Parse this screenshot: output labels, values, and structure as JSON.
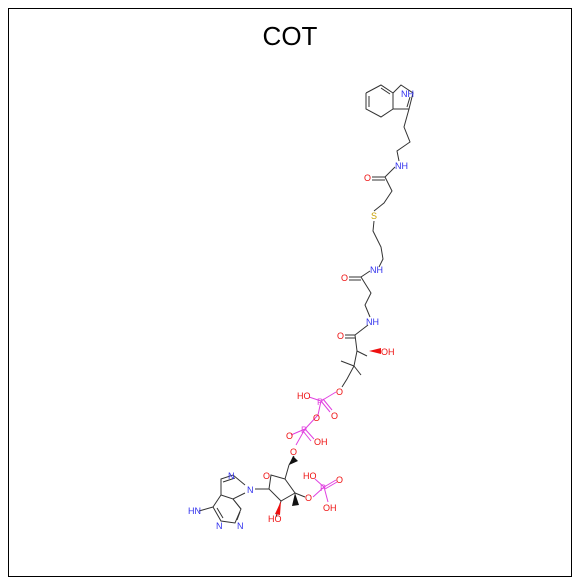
{
  "title": "COT",
  "colors": {
    "bond": "#333333",
    "nitrogen": "#3030ee",
    "oxygen": "#ee1010",
    "sulfur": "#c8a000",
    "phosphorus": "#e040e0",
    "atom_name": "#4fa64f"
  },
  "atoms": {
    "n_indole": "NH",
    "n_amide1": "NH",
    "o_carbonyl1": "O",
    "s_thioether": "S",
    "n_amide2": "NH",
    "o_carbonyl2": "O",
    "n_amide3": "NH",
    "o_carbonyl3": "O",
    "oh_pantoate": "OH",
    "o_ester": "O",
    "ho_p1": "HO",
    "p1": "P",
    "o_p1_double": "O",
    "o_bridge": "O",
    "p2": "P",
    "o_p2_double": "O",
    "oh_p2": "OH",
    "o5_ribose": "O",
    "o_ring": "O",
    "o3_ribose": "O",
    "p3": "P",
    "ho_p3": "HO",
    "o_p3_double": "O",
    "oh_p3": "OH",
    "oh_ribose2": "HO",
    "n9_adenine": "N",
    "n7_adenine": "N",
    "n1_adenine": "N",
    "n3_adenine": "N",
    "amine": "HN"
  }
}
